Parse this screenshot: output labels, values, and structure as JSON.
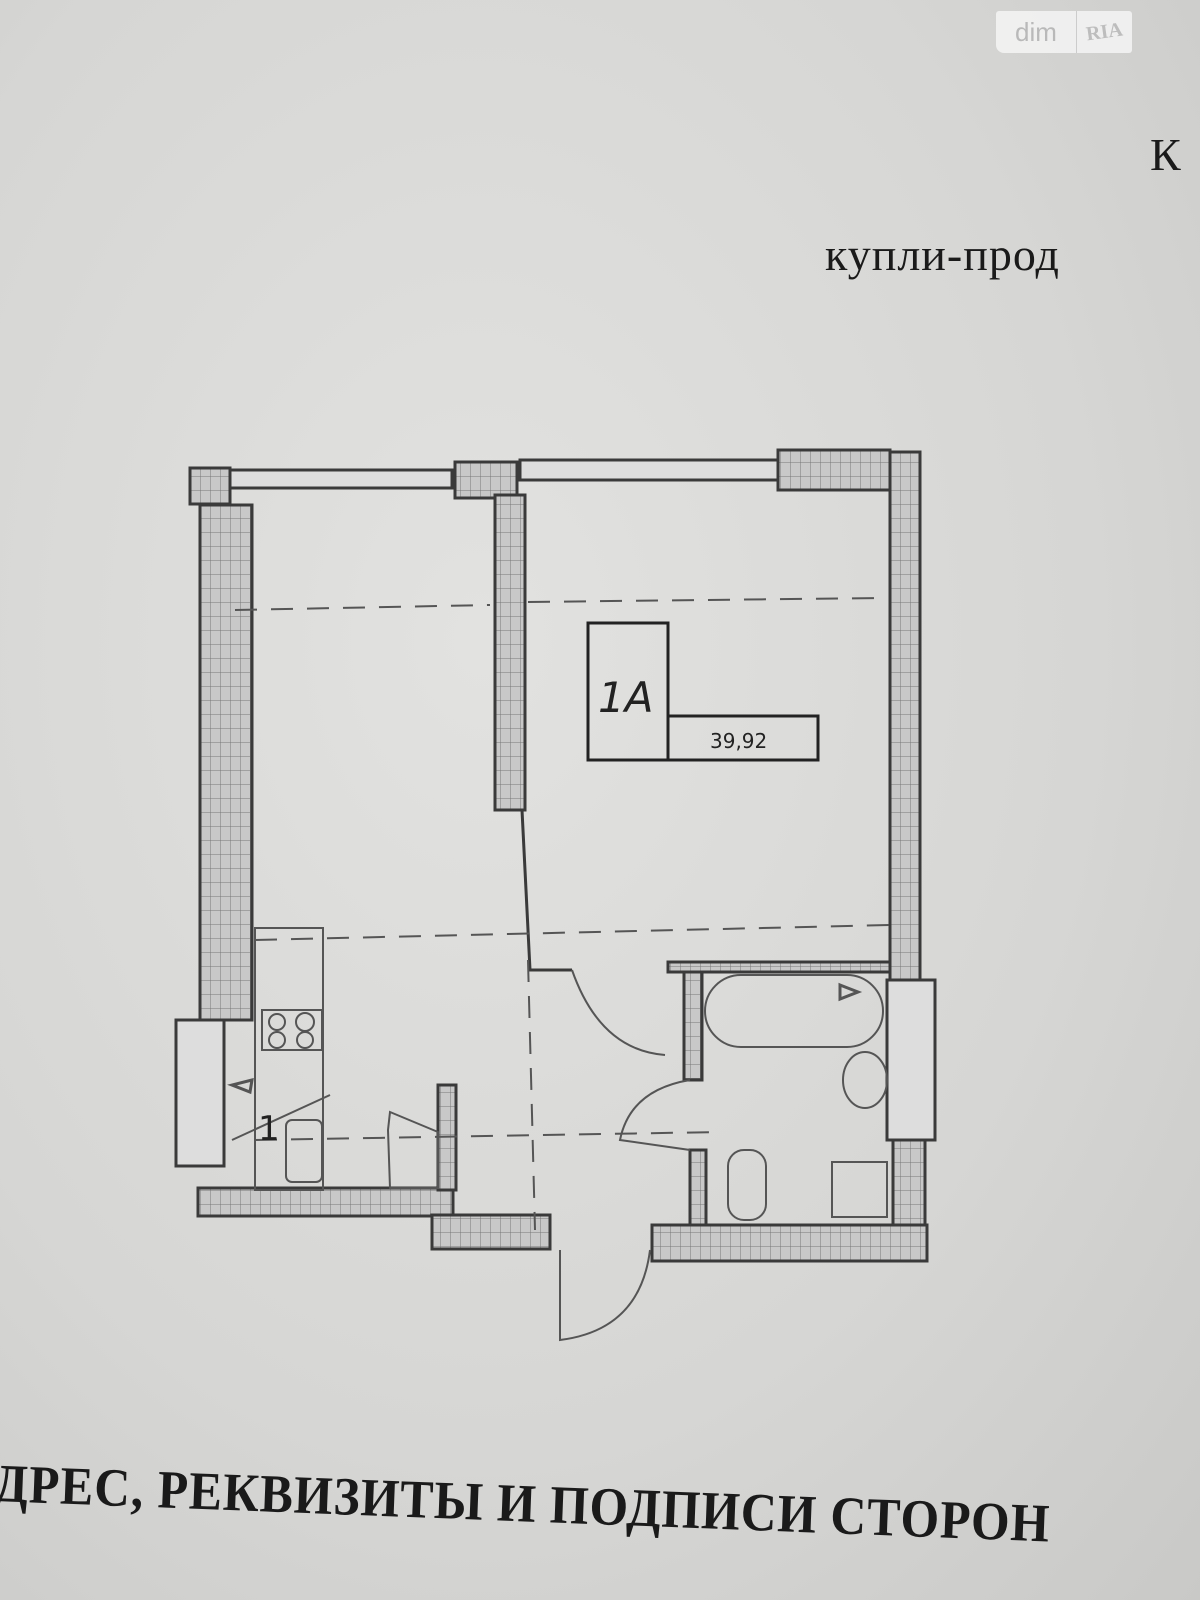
{
  "watermark": {
    "left": "dim",
    "right": "RIA"
  },
  "document": {
    "header_letter": "К",
    "header_line": "купли-прод",
    "footer": "ДРЕС, РЕКВИЗИТЫ И ПОДПИСИ СТОРОН"
  },
  "floor_plan": {
    "apartment_label": "1A",
    "area": "39,92",
    "kitchen_marker": "1"
  }
}
